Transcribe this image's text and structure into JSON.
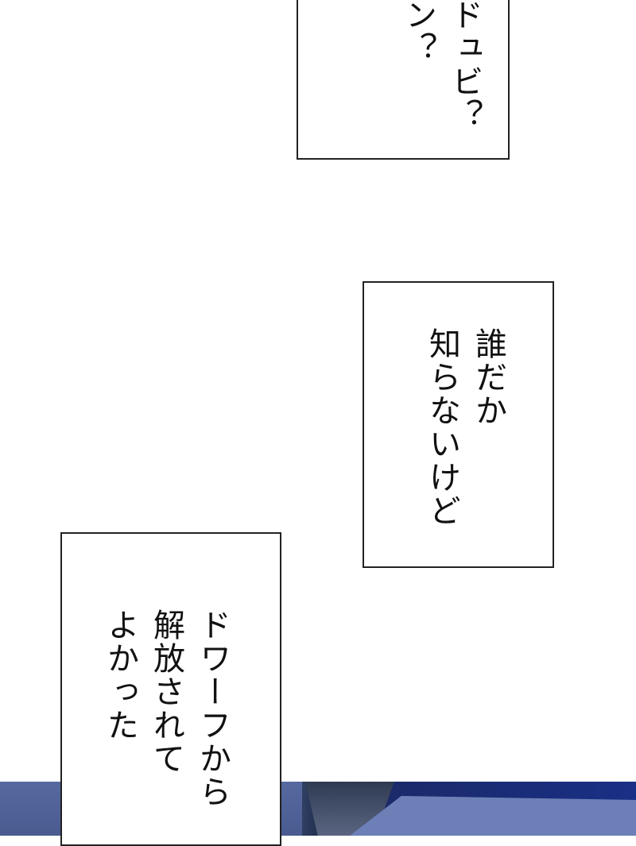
{
  "bubble_top": {
    "text": "ドュビ？\nン？"
  },
  "bubble_middle": {
    "text": "誰だか\n知らないけど"
  },
  "bubble_bottom": {
    "text": "ドワーフから\n解放されて\nよかった"
  },
  "colors": {
    "background": "#ffffff",
    "border": "#222222",
    "panel_blue": "#1a2f86",
    "panel_slate": "#5a6ea3"
  }
}
